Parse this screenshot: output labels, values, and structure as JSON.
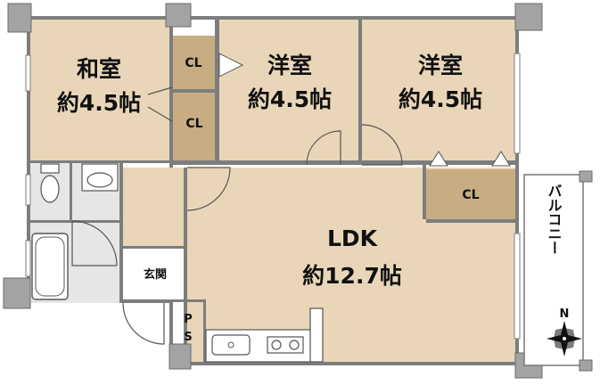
{
  "rooms": {
    "washitsu": {
      "name": "和室",
      "size": "約4.5帖"
    },
    "youshitsu_1": {
      "name": "洋室",
      "size": "約4.5帖"
    },
    "youshitsu_2": {
      "name": "洋室",
      "size": "約4.5帖"
    },
    "ldk": {
      "name": "LDK",
      "size": "約12.7帖"
    },
    "genkan": {
      "name": "玄関"
    },
    "ps": {
      "line1": "P",
      "line2": "S"
    },
    "balcony": {
      "name": "バルコニー"
    }
  },
  "closets": {
    "cl1": "CL",
    "cl2": "CL",
    "cl3": "CL"
  },
  "compass": {
    "label": "N"
  },
  "colors": {
    "room_floor": "#e9d6b8",
    "closet_floor": "#c8ad83",
    "wall": "#7d7d7d",
    "wet_area": "#d9d9d9"
  }
}
